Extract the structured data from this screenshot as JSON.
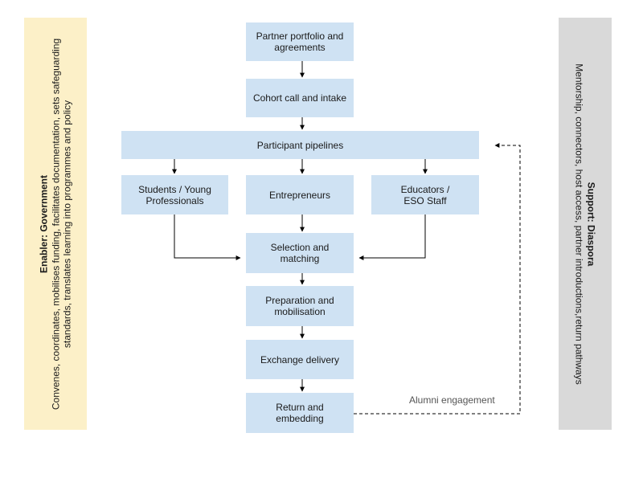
{
  "enabler": {
    "title": "Enabler: Government",
    "line1": "Convenes, coordinates, mobilises funding, facilitates documentation, sets safeguarding",
    "line2": "standards, translates learning into programmes and policy"
  },
  "support": {
    "title": "Support: Diaspora",
    "line1": "Mentorship, connectors, host access, partner introductions,return pathways"
  },
  "flow": {
    "partner": [
      "Partner portfolio and",
      "agreements"
    ],
    "cohort": "Cohort call and intake",
    "pipelines": "Participant pipelines",
    "students": [
      "Students / Young",
      "Professionals"
    ],
    "entrepreneurs": "Entrepreneurs",
    "educators": [
      "Educators /",
      "ESO Staff"
    ],
    "selection": [
      "Selection and",
      "matching"
    ],
    "preparation": [
      "Preparation and",
      "mobilisation"
    ],
    "exchange": "Exchange delivery",
    "return": [
      "Return and",
      "embedding"
    ]
  },
  "alumni_label": "Alumni engagement",
  "colors": {
    "box_fill": "#cfe2f3",
    "enabler_fill": "#fcf0c8",
    "support_fill": "#d9d9d9"
  }
}
